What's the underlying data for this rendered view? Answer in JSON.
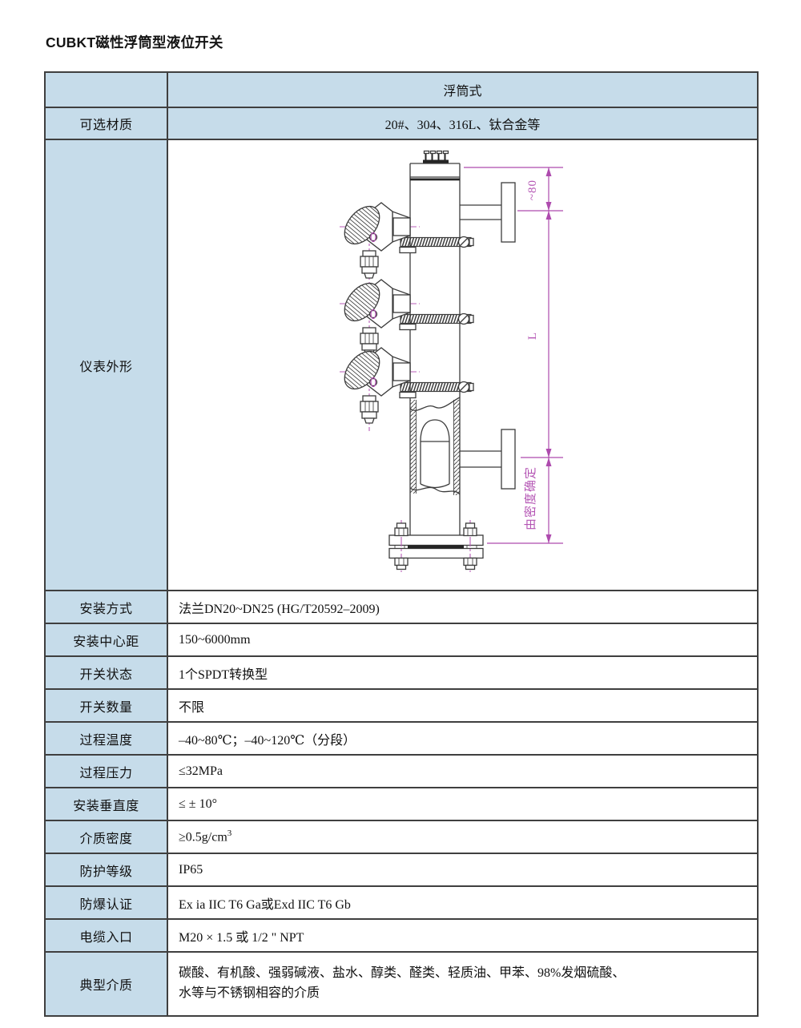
{
  "page_title": "CUBKT磁性浮筒型液位开关",
  "colors": {
    "cell_blue": "#c6dcea",
    "table_border": "#3f3f3f",
    "drawing_line": "#3c3c3c",
    "dimension_magenta": "#ae4bae"
  },
  "table": {
    "header_value": "浮筒式",
    "material": {
      "label": "可选材质",
      "value": "20#、304、316L、钛合金等"
    },
    "drawing": {
      "label": "仪表外形",
      "dim_top": "~80",
      "dim_mid": "L",
      "dim_bottom": "由密度确定"
    },
    "specs": [
      {
        "label": "安装方式",
        "value": "法兰DN20~DN25 (HG/T20592–2009)"
      },
      {
        "label": "安装中心距",
        "value": "150~6000mm"
      },
      {
        "label": "开关状态",
        "value": "1个SPDT转换型"
      },
      {
        "label": "开关数量",
        "value": "不限"
      },
      {
        "label": "过程温度",
        "value": "–40~80℃；–40~120℃（分段）"
      },
      {
        "label": "过程压力",
        "value": "≤32MPa"
      },
      {
        "label": "安装垂直度",
        "value": "≤ ± 10°"
      },
      {
        "label": "介质密度",
        "value": "≥0.5g/cm",
        "sup": "3"
      },
      {
        "label": "防护等级",
        "value": "IP65"
      },
      {
        "label": "防爆认证",
        "value": "Ex ia IIC T6 Ga或Exd IIC T6 Gb"
      },
      {
        "label": "电缆入口",
        "value": "M20 × 1.5 或 1/2 \" NPT"
      },
      {
        "label": "典型介质",
        "value": "碳酸、有机酸、强弱碱液、盐水、醇类、醛类、轻质油、甲苯、98%发烟硫酸、\n水等与不锈钢相容的介质"
      }
    ]
  }
}
